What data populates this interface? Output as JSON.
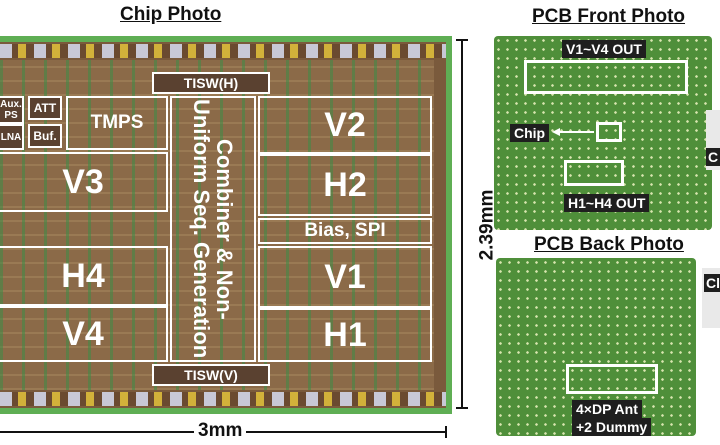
{
  "titles": {
    "chip": "Chip Photo",
    "pcb_front": "PCB Front Photo",
    "pcb_back": "PCB Back Photo"
  },
  "chip": {
    "tisw_h": "TISW(H)",
    "tisw_v": "TISW(V)",
    "aux": "Aux. PS",
    "lna": "LNA",
    "att": "ATT",
    "buf": "Buf.",
    "tmps": "TMPS",
    "v3": "V3",
    "h4": "H4",
    "v4": "V4",
    "v2": "V2",
    "h2": "H2",
    "bias_spi": "Bias, SPI",
    "v1": "V1",
    "h1": "H1",
    "combiner": "Combiner & Non-Uniform Seq. Generation",
    "dim_h": "2.39mm",
    "dim_w": "3mm"
  },
  "pcb": {
    "v_out": "V1~V4 OUT",
    "h_out": "H1~H4 OUT",
    "chip": "Chip",
    "edge_front": "C",
    "edge_back": "Cl",
    "ant": "4×DP Ant",
    "dummy": "+2 Dummy"
  }
}
